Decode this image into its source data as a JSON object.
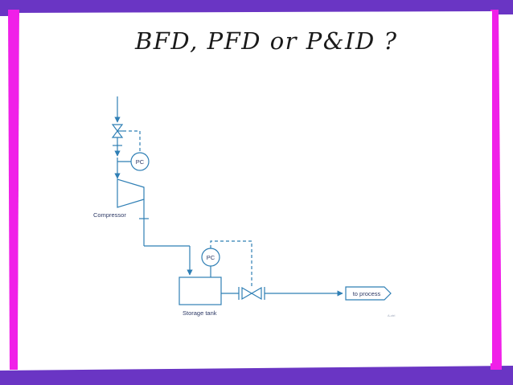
{
  "slide": {
    "title": "BFD, PFD or P&ID ?"
  },
  "colors": {
    "purple": "#6a35c4",
    "magenta": "#f020e8",
    "line": "#2f7fb5",
    "label": "#2e3a66"
  },
  "diagram": {
    "pc_top": "PC",
    "pc_bottom": "PC",
    "compressor": "Compressor",
    "storage_tank": "Storage tank",
    "to_process": "to process",
    "watermark": "A-ctrl"
  }
}
